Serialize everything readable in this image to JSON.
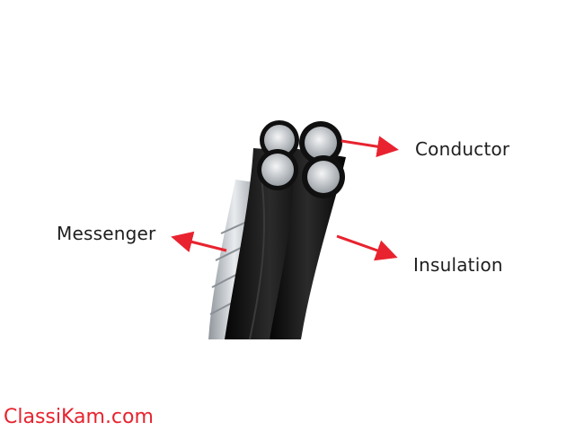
{
  "labels": {
    "conductor": "Conductor",
    "messenger": "Messenger",
    "insulation": "Insulation"
  },
  "watermark": "ClassiKam.com",
  "colors": {
    "arrow": "#e8232f",
    "watermark": "#e8232f",
    "text": "#1e1e1e",
    "insulation": "#141414",
    "aluminium": "#c9ccd0"
  }
}
